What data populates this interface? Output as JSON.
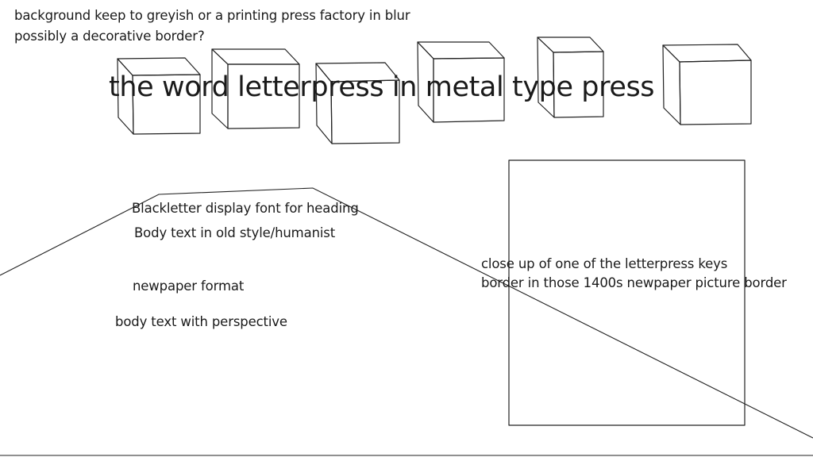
{
  "notes": {
    "background_line1": "background keep to greyish or a printing press factory in blur",
    "background_line2": "possibly a decorative border?",
    "headline": "the word letterpress in metal type press",
    "heading_font": "Blackletter display font for heading",
    "body_font": "Body text in old style/humanist",
    "format": "newpaper format",
    "perspective": "body text with perspective",
    "image_line1": "close up of one of the letterpress keys",
    "image_line2": "border in those 1400s newpaper picture border"
  }
}
